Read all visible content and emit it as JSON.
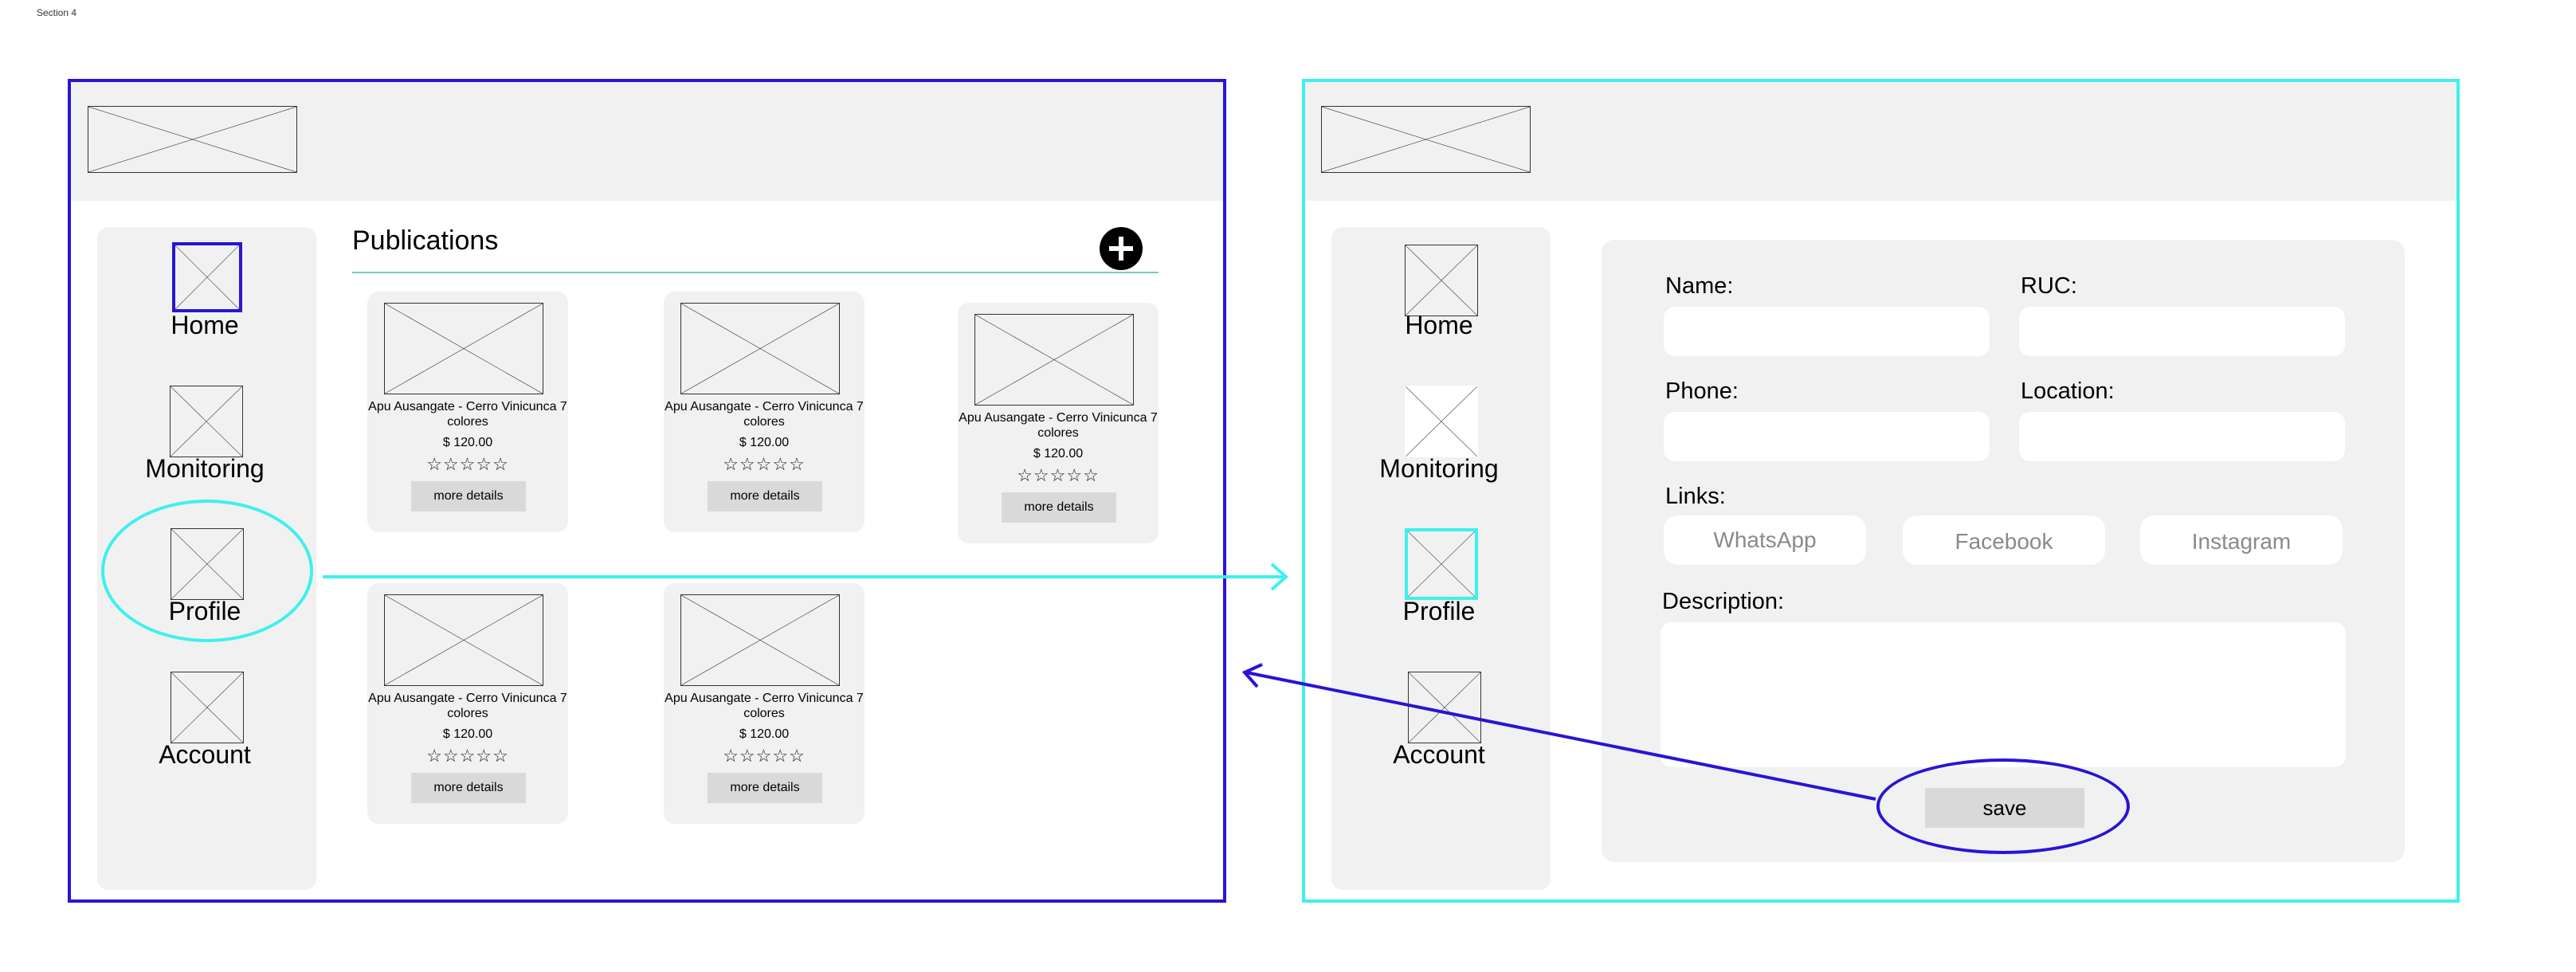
{
  "section_label": "Section 4",
  "nav": {
    "items": [
      {
        "label": "Home"
      },
      {
        "label": "Monitoring"
      },
      {
        "label": "Profile"
      },
      {
        "label": "Account"
      }
    ]
  },
  "publications": {
    "title": "Publications",
    "add_icon": "plus-circle-icon",
    "cards": [
      {
        "name": "Apu Ausangate - Cerro Vinicunca 7 colores",
        "price": "$ 120.00",
        "stars": "☆☆☆☆☆",
        "button": "more details"
      },
      {
        "name": "Apu Ausangate - Cerro Vinicunca 7 colores",
        "price": "$ 120.00",
        "stars": "☆☆☆☆☆",
        "button": "more details"
      },
      {
        "name": "Apu Ausangate - Cerro Vinicunca 7 colores",
        "price": "$ 120.00",
        "stars": "☆☆☆☆☆",
        "button": "more details"
      },
      {
        "name": "Apu Ausangate - Cerro Vinicunca 7 colores",
        "price": "$ 120.00",
        "stars": "☆☆☆☆☆",
        "button": "more details"
      },
      {
        "name": "Apu Ausangate - Cerro Vinicunca 7 colores",
        "price": "$ 120.00",
        "stars": "☆☆☆☆☆",
        "button": "more details"
      }
    ]
  },
  "profile_form": {
    "name_label": "Name:",
    "ruc_label": "RUC:",
    "phone_label": "Phone:",
    "location_label": "Location:",
    "links_label": "Links:",
    "links": [
      "WhatsApp",
      "Facebook",
      "Instagram"
    ],
    "description_label": "Description:",
    "save_label": "save",
    "name_value": "",
    "ruc_value": "",
    "phone_value": "",
    "location_value": "",
    "description_value": ""
  },
  "colors": {
    "frame1_border": "#2a14d4",
    "frame2_border": "#3ff0ee",
    "panel_bg": "#f1f1f1",
    "button_bg": "#d9d9d9"
  }
}
